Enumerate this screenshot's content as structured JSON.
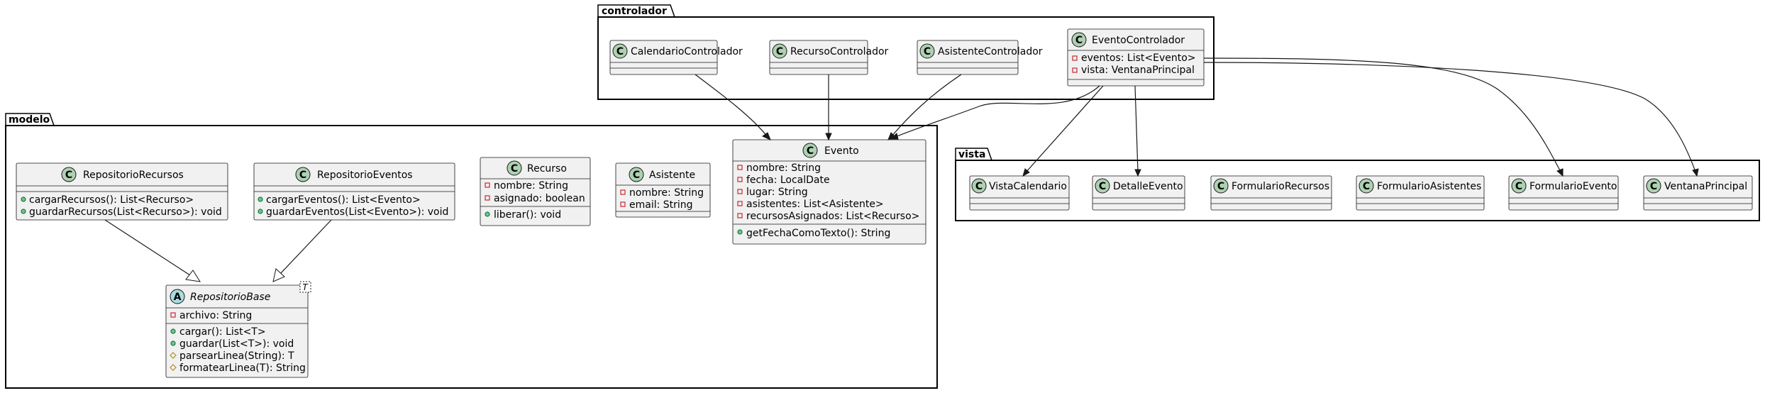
{
  "packages": {
    "controlador": "controlador",
    "modelo": "modelo",
    "vista": "vista"
  },
  "classes": {
    "calendario_controlador": {
      "name": "CalendarioControlador",
      "stereotype": "C"
    },
    "recurso_controlador": {
      "name": "RecursoControlador",
      "stereotype": "C"
    },
    "asistente_controlador": {
      "name": "AsistenteControlador",
      "stereotype": "C"
    },
    "evento_controlador": {
      "name": "EventoControlador",
      "stereotype": "C",
      "fields": [
        "eventos: List<Evento>",
        "vista: VentanaPrincipal"
      ]
    },
    "repositorio_recursos": {
      "name": "RepositorioRecursos",
      "stereotype": "C",
      "methods": [
        "cargarRecursos(): List<Recurso>",
        "guardarRecursos(List<Recurso>): void"
      ]
    },
    "repositorio_eventos": {
      "name": "RepositorioEventos",
      "stereotype": "C",
      "methods": [
        "cargarEventos(): List<Evento>",
        "guardarEventos(List<Evento>): void"
      ]
    },
    "recurso": {
      "name": "Recurso",
      "stereotype": "C",
      "fields": [
        "nombre: String",
        "asignado: boolean"
      ],
      "methods": [
        "liberar(): void"
      ]
    },
    "asistente": {
      "name": "Asistente",
      "stereotype": "C",
      "fields": [
        "nombre: String",
        "email: String"
      ]
    },
    "evento": {
      "name": "Evento",
      "stereotype": "C",
      "fields": [
        "nombre: String",
        "fecha: LocalDate",
        "lugar: String",
        "asistentes: List<Asistente>",
        "recursosAsignados: List<Recurso>"
      ],
      "methods": [
        "getFechaComoTexto(): String"
      ]
    },
    "repositorio_base": {
      "name": "RepositorioBase",
      "stereotype": "A",
      "type_param": "T",
      "fields": [
        "archivo: String"
      ],
      "methods": [
        "cargar(): List<T>",
        "guardar(List<T>): void",
        "parsearLinea(String): T",
        "formatearLinea(T): String"
      ]
    },
    "vista_calendario": {
      "name": "VistaCalendario",
      "stereotype": "C"
    },
    "detalle_evento": {
      "name": "DetalleEvento",
      "stereotype": "C"
    },
    "formulario_recursos": {
      "name": "FormularioRecursos",
      "stereotype": "C"
    },
    "formulario_asistentes": {
      "name": "FormularioAsistentes",
      "stereotype": "C"
    },
    "formulario_evento": {
      "name": "FormularioEvento",
      "stereotype": "C"
    },
    "ventana_principal": {
      "name": "VentanaPrincipal",
      "stereotype": "C"
    }
  }
}
